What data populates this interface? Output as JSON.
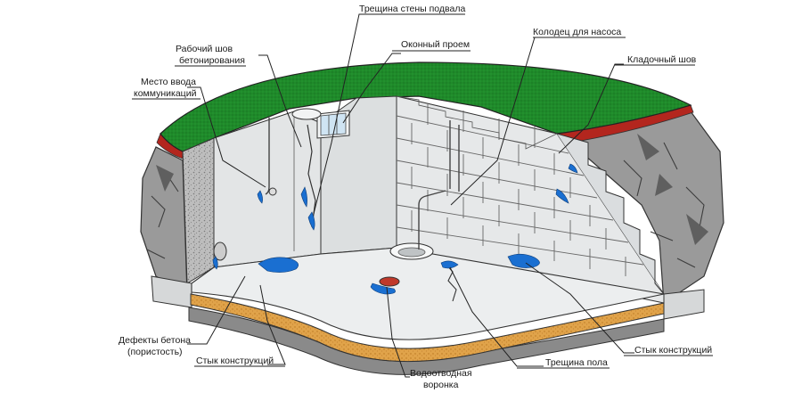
{
  "labels": {
    "wall_crack": "Трещина стены подвала",
    "cold_joint_1": "Рабочий шов",
    "cold_joint_2": "бетонирования",
    "window": "Оконный проем",
    "pump_well": "Колодец для насоса",
    "masonry_joint": "Кладочный шов",
    "utility_1": "Место ввода",
    "utility_2": "коммуникаций",
    "concrete_defects_1": "Дефекты бетона",
    "concrete_defects_2": "(пористость)",
    "joint_left": "Стык конструкций",
    "floor_drain_1": "Водоотводная",
    "floor_drain_2": "воронка",
    "floor_crack": "Трещина пола",
    "joint_right": "Стык конструкций"
  },
  "colors": {
    "grass": "#1f8a2a",
    "soil": "#b3261e",
    "rock": "#8f8f8f",
    "concrete_wall": "#e3e5e6",
    "floor": "#eceeef",
    "sand_layer": "#e0a34a",
    "water": "#1a6fd1",
    "drain": "#c0392b"
  }
}
